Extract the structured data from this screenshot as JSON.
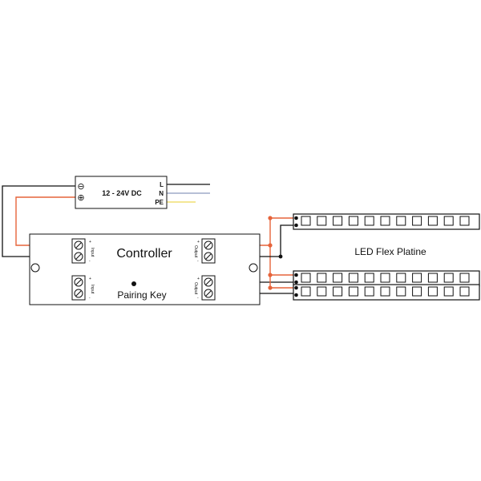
{
  "psu": {
    "label": "12 - 24V DC",
    "minus_symbol": "⊖",
    "plus_symbol": "⊕",
    "L": "L",
    "N": "N",
    "PE": "PE"
  },
  "controller": {
    "title": "Controller",
    "pairing_key": "Pairing Key",
    "input_label": "Input",
    "output_label": "Output",
    "plus_sign": "+",
    "minus_sign": "-"
  },
  "strip": {
    "label": "LED Flex Platine",
    "led_count": 11
  },
  "colors": {
    "positive_wire": "#e6633a",
    "negative_wire": "#111111",
    "neutral_wire": "#6f7fae",
    "earth_wire": "#e8cf2b"
  }
}
